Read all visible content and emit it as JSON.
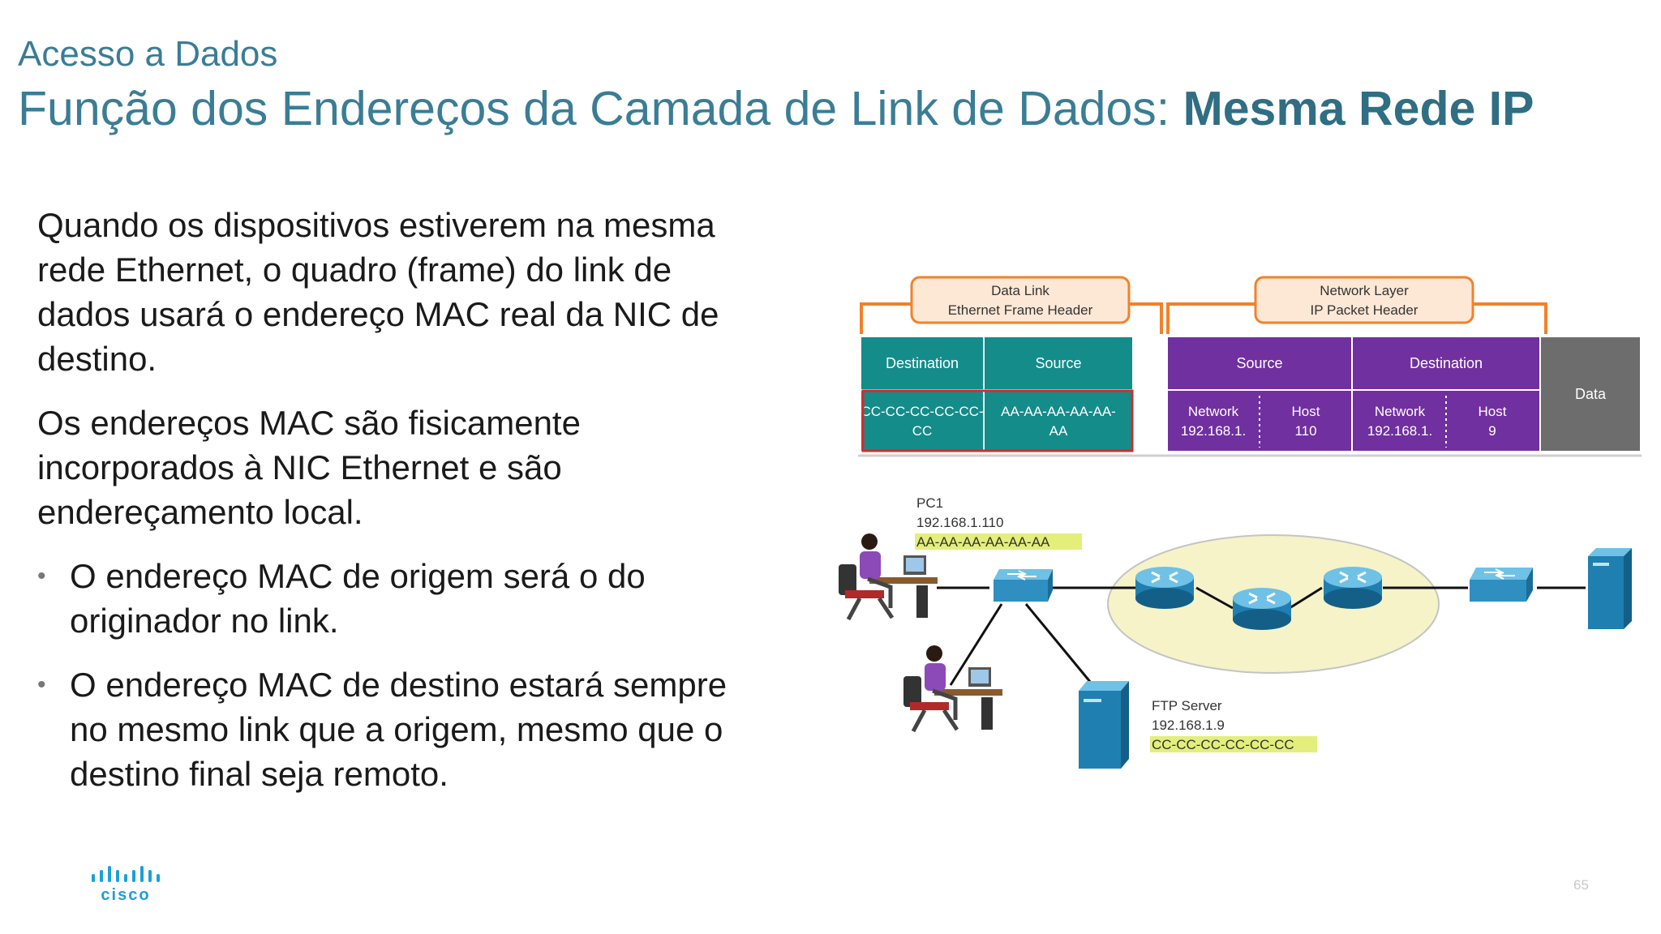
{
  "header": {
    "section": "Acesso a Dados",
    "title": "Função dos Endereços da Camada de Link de Dados: ",
    "title_bold": "Mesma Rede IP"
  },
  "content": {
    "paragraphs": [
      "Quando os dispositivos estiverem na mesma rede Ethernet, o quadro (frame) do link de dados usará o endereço MAC real da NIC de destino.",
      "Os endereços MAC são fisicamente incorporados à NIC Ethernet e são endereçamento local."
    ],
    "bullets": [
      "O endereço MAC de origem será o do originador no link.",
      "O endereço MAC de destino estará sempre no mesmo link que a origem, mesmo que o destino final seja remoto."
    ]
  },
  "frame": {
    "datalink_label": [
      "Data Link",
      "Ethernet Frame Header"
    ],
    "network_label": [
      "Network Layer",
      "IP Packet Header"
    ],
    "dl_destination": "Destination",
    "dl_source": "Source",
    "dl_dest_mac": [
      "CC-CC-CC-CC-CC-",
      "CC"
    ],
    "dl_src_mac": [
      "AA-AA-AA-AA-AA-",
      "AA"
    ],
    "ip_source": "Source",
    "ip_destination": "Destination",
    "src_network": [
      "Network",
      "192.168.1."
    ],
    "src_host": [
      "Host",
      "110"
    ],
    "dst_network": [
      "Network",
      "192.168.1."
    ],
    "dst_host": [
      "Host",
      "9"
    ],
    "data": "Data"
  },
  "topology": {
    "pc1": [
      "PC1",
      "192.168.1.110",
      "AA-AA-AA-AA-AA-AA"
    ],
    "ftp": [
      "FTP Server",
      "192.168.1.9",
      "CC-CC-CC-CC-CC-CC"
    ]
  },
  "colors": {
    "title": "#3a7d95",
    "teal": "#138c8a",
    "purple": "#7030a0",
    "gray": "#6d6d6d",
    "orange": "#f2812b",
    "highlight": "#e3ef7a",
    "device_blue": "#1f7fb0"
  },
  "footer": {
    "logo": "cisco",
    "page": "65"
  }
}
